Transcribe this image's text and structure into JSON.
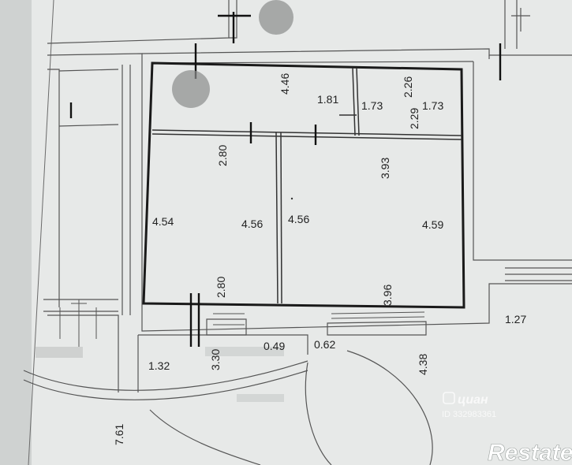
{
  "plan": {
    "dimensions": [
      {
        "id": "d-446",
        "text": "4.46"
      },
      {
        "id": "d-181",
        "text": "1.81"
      },
      {
        "id": "d-173a",
        "text": "1.73"
      },
      {
        "id": "d-226",
        "text": "2.26"
      },
      {
        "id": "d-229",
        "text": "2.29"
      },
      {
        "id": "d-173b",
        "text": "1.73"
      },
      {
        "id": "d-280a",
        "text": "2.80"
      },
      {
        "id": "d-393",
        "text": "3.93"
      },
      {
        "id": "d-454",
        "text": "4.54"
      },
      {
        "id": "d-456a",
        "text": "4.56"
      },
      {
        "id": "d-456b",
        "text": "4.56"
      },
      {
        "id": "d-459",
        "text": "4.59"
      },
      {
        "id": "d-280b",
        "text": "2.80"
      },
      {
        "id": "d-396",
        "text": "3.96"
      },
      {
        "id": "d-127",
        "text": "1.27"
      },
      {
        "id": "d-330",
        "text": "3.30"
      },
      {
        "id": "d-049",
        "text": "0.49"
      },
      {
        "id": "d-062",
        "text": "0.62"
      },
      {
        "id": "d-438",
        "text": "4.38"
      },
      {
        "id": "d-132",
        "text": "1.32"
      },
      {
        "id": "d-761",
        "text": "7.61"
      }
    ]
  },
  "watermarks": {
    "cian_brand": "циан",
    "cian_id": "ID 332983361",
    "restate": "Restate"
  },
  "colors": {
    "paper": "#e6e8e7",
    "wall": "#1a1a1a",
    "line": "#555555"
  }
}
